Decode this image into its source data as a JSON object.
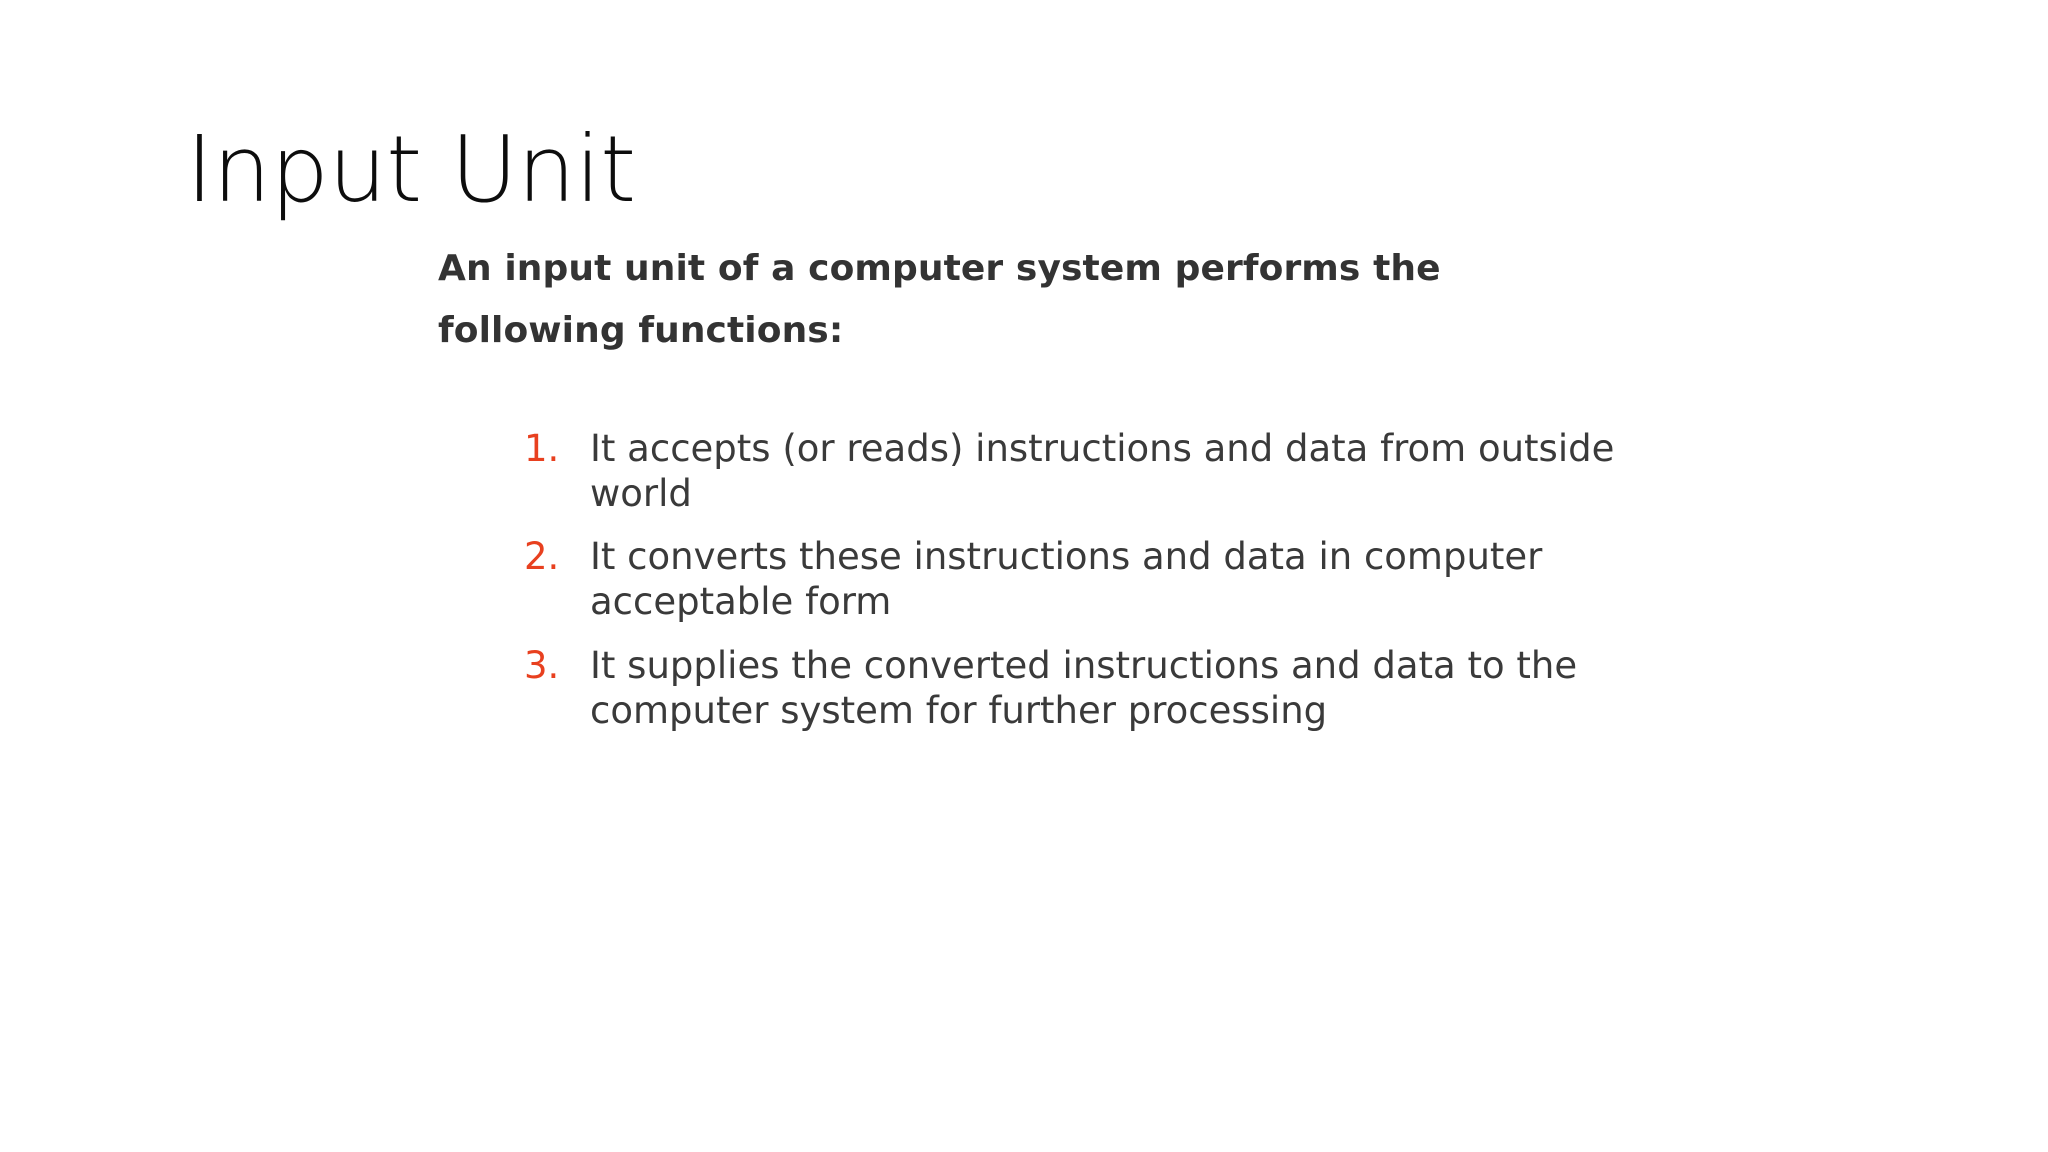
{
  "slide": {
    "title": "Input Unit",
    "background_color": "#ffffff",
    "title_color": "#0d0d0d",
    "heading_color": "#333333",
    "body_text_color": "#3a3a3a",
    "marker_color": "#e8401f",
    "lead_heading": "An input unit of a computer system performs the following functions:",
    "list": {
      "type": "ordered-decimal",
      "items": [
        {
          "marker": "1.",
          "text": "It accepts (or reads) instructions and data from outside world"
        },
        {
          "marker": "2.",
          "text": "It converts these instructions and data in computer acceptable form"
        },
        {
          "marker": "3.",
          "text": "It supplies the converted instructions and data to the computer system for further processing"
        }
      ]
    }
  }
}
